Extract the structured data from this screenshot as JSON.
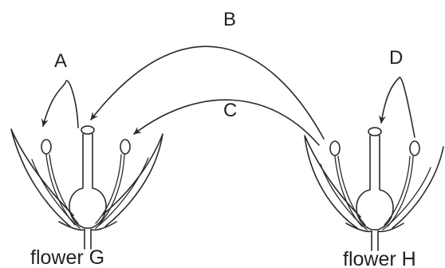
{
  "labels": {
    "A": "A",
    "B": "B",
    "C": "C",
    "D": "D"
  },
  "flowers": {
    "left": "flower G",
    "right": "flower H"
  }
}
